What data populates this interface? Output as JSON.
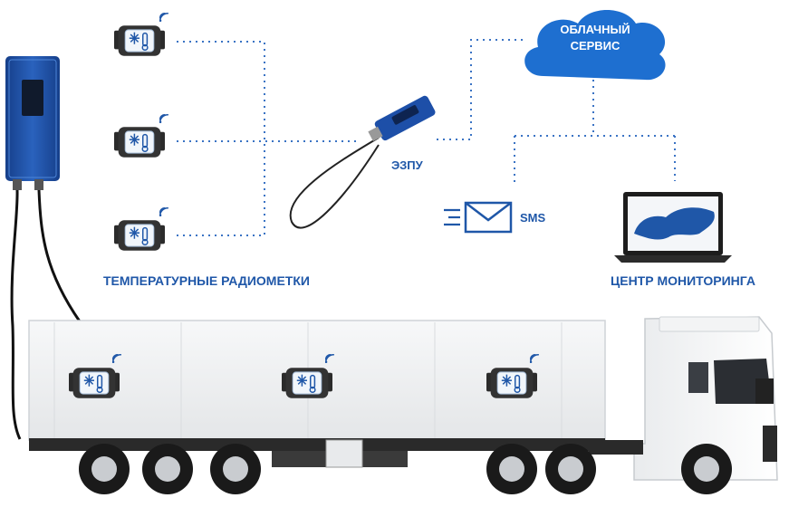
{
  "labels": {
    "cloud_line1": "ОБЛАЧНЫЙ",
    "cloud_line2": "СЕРВИС",
    "gateway": "ЭЗПУ",
    "sms": "SMS",
    "tags": "ТЕМПЕРАТУРНЫЕ РАДИОМЕТКИ",
    "monitoring": "ЦЕНТР МОНИТОРИНГА"
  },
  "colors": {
    "brand_blue": "#1f57a8",
    "device_blue": "#1d4fa8",
    "dotted_line": "#3a73c4",
    "cloud": "#1e6fd0"
  },
  "icons": {
    "tag": "thermometer-snowflake-icon",
    "wifi": "wireless-signal-icon",
    "sms": "envelope-icon",
    "monitor": "laptop-map-icon"
  }
}
